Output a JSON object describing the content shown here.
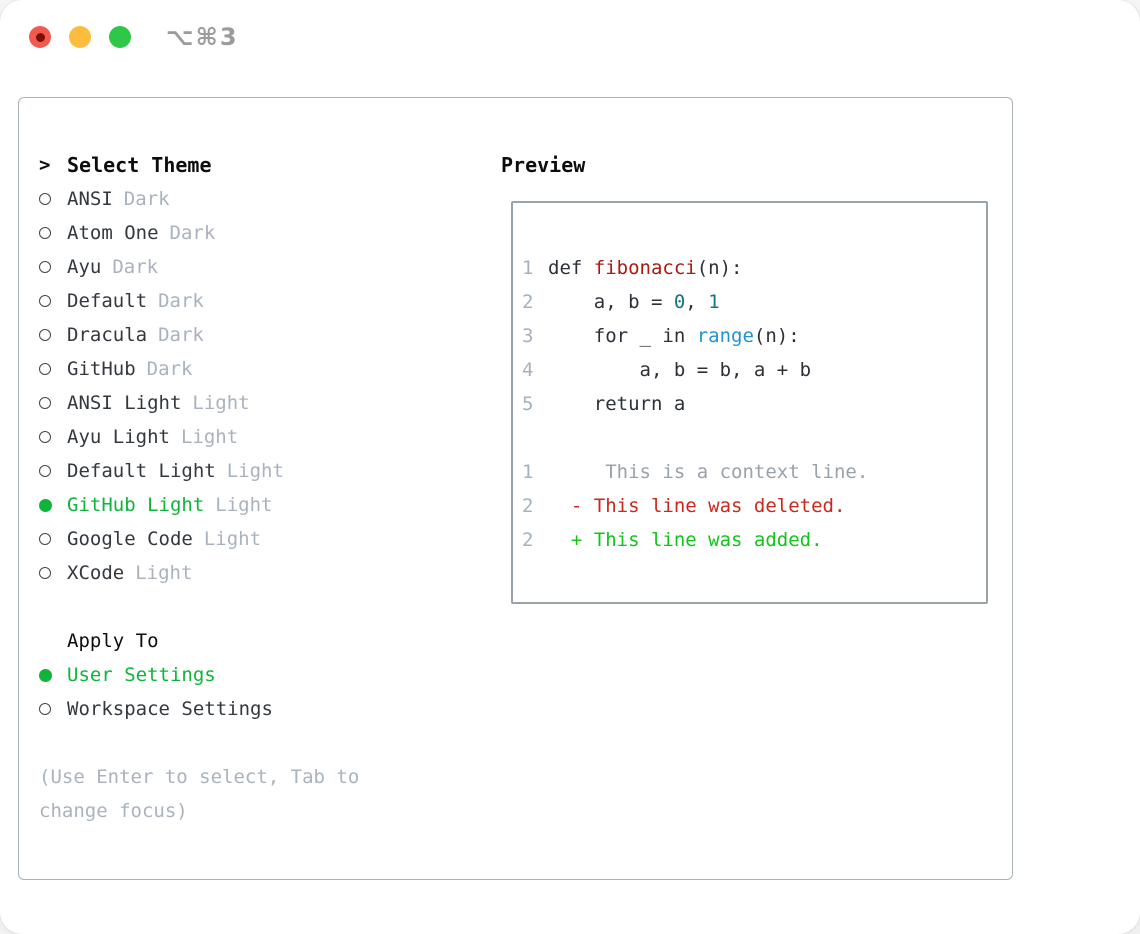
{
  "window": {
    "title": "⌥⌘3"
  },
  "colors": {
    "accent_green": "#0eb53a",
    "added_green": "#12c41a",
    "deleted_red": "#c9281c",
    "function_red": "#a81a13",
    "number_teal": "#13767d",
    "builtin_blue": "#2193d1",
    "context_gray": "#99a1a9",
    "lineno_gray": "#a6b0bc",
    "tag_gray": "#a9b2bd",
    "text_dark": "#33383f",
    "code_dark": "#2b3137",
    "border_gray": "#aab2bb",
    "traffic_red": "#f15b4f",
    "traffic_yellow": "#fcbd3f",
    "traffic_green": "#2fc748"
  },
  "theme_panel": {
    "header": {
      "marker": ">",
      "label": "Select Theme"
    },
    "themes": [
      {
        "name": "ANSI",
        "tag": "Dark",
        "selected": false
      },
      {
        "name": "Atom One",
        "tag": "Dark",
        "selected": false
      },
      {
        "name": "Ayu",
        "tag": "Dark",
        "selected": false
      },
      {
        "name": "Default",
        "tag": "Dark",
        "selected": false
      },
      {
        "name": "Dracula",
        "tag": "Dark",
        "selected": false
      },
      {
        "name": "GitHub",
        "tag": "Dark",
        "selected": false
      },
      {
        "name": "ANSI Light",
        "tag": "Light",
        "selected": false
      },
      {
        "name": "Ayu Light",
        "tag": "Light",
        "selected": false
      },
      {
        "name": "Default Light",
        "tag": "Light",
        "selected": false
      },
      {
        "name": "GitHub Light",
        "tag": "Light",
        "selected": true
      },
      {
        "name": "Google Code",
        "tag": "Light",
        "selected": false
      },
      {
        "name": "XCode",
        "tag": "Light",
        "selected": false
      }
    ],
    "apply_to": {
      "label": "Apply To",
      "options": [
        {
          "name": "User Settings",
          "selected": true
        },
        {
          "name": "Workspace Settings",
          "selected": false
        }
      ]
    },
    "hint": "(Use Enter to select, Tab to change focus)"
  },
  "preview": {
    "label": "Preview",
    "code_lines": [
      {
        "num": "1",
        "tokens": [
          {
            "t": "def ",
            "c": "code"
          },
          {
            "t": "fibonacci",
            "c": "func"
          },
          {
            "t": "(n):",
            "c": "code"
          }
        ]
      },
      {
        "num": "2",
        "tokens": [
          {
            "t": "    a, b = ",
            "c": "code"
          },
          {
            "t": "0",
            "c": "num"
          },
          {
            "t": ", ",
            "c": "code"
          },
          {
            "t": "1",
            "c": "num"
          }
        ]
      },
      {
        "num": "3",
        "tokens": [
          {
            "t": "    for _ in ",
            "c": "code"
          },
          {
            "t": "range",
            "c": "builtin"
          },
          {
            "t": "(n):",
            "c": "code"
          }
        ]
      },
      {
        "num": "4",
        "tokens": [
          {
            "t": "        a, b = b, a + b",
            "c": "code"
          }
        ]
      },
      {
        "num": "5",
        "tokens": [
          {
            "t": "    return a",
            "c": "code"
          }
        ]
      },
      {
        "num": "",
        "tokens": []
      },
      {
        "num": "1",
        "tokens": [
          {
            "t": "     This is a context line.",
            "c": "ctx"
          }
        ]
      },
      {
        "num": "2",
        "tokens": [
          {
            "t": "  - This line was deleted.",
            "c": "del"
          }
        ]
      },
      {
        "num": "2",
        "tokens": [
          {
            "t": "  + This line was added.",
            "c": "add"
          }
        ]
      }
    ]
  }
}
